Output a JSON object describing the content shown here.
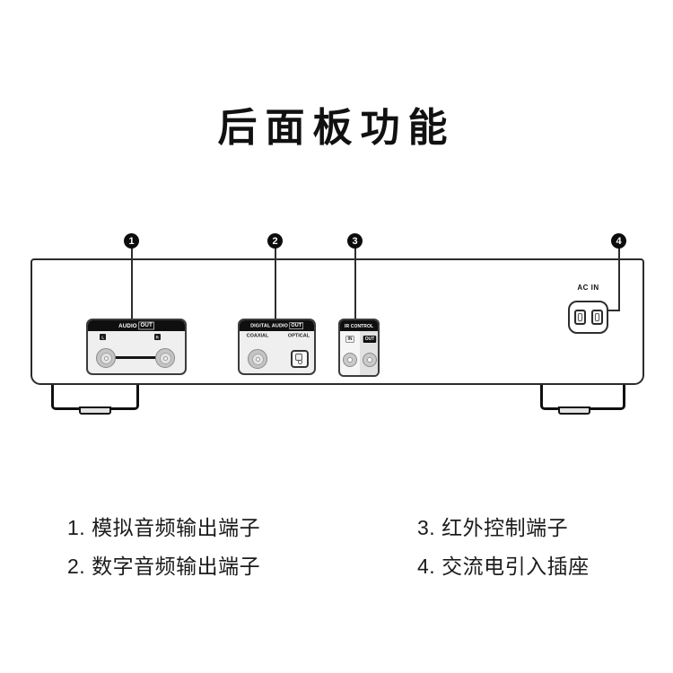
{
  "title": "后面板功能",
  "panel": {
    "audio_out": {
      "header_text": "AUDIO",
      "header_boxed": "OUT",
      "channel_left": "L",
      "channel_right": "R"
    },
    "digital_audio_out": {
      "header_text": "DIGITAL AUDIO",
      "header_boxed": "OUT",
      "coaxial_label": "COAXIAL",
      "optical_label": "OPTICAL"
    },
    "ir_control": {
      "header_text": "IR CONTROL",
      "in_label": "IN",
      "out_label": "OUT"
    },
    "ac_in": {
      "label": "AC IN"
    }
  },
  "callouts": [
    {
      "num": "1"
    },
    {
      "num": "2"
    },
    {
      "num": "3"
    },
    {
      "num": "4"
    }
  ],
  "legend": [
    {
      "text": "1. 模拟音频输出端子"
    },
    {
      "text": "2. 数字音频输出端子"
    },
    {
      "text": "3. 红外控制端子"
    },
    {
      "text": "4. 交流电引入插座"
    }
  ],
  "colors": {
    "accent_line": "#2e2e2e",
    "strip": "#0f0f0f",
    "block_fill": "#efefef"
  }
}
